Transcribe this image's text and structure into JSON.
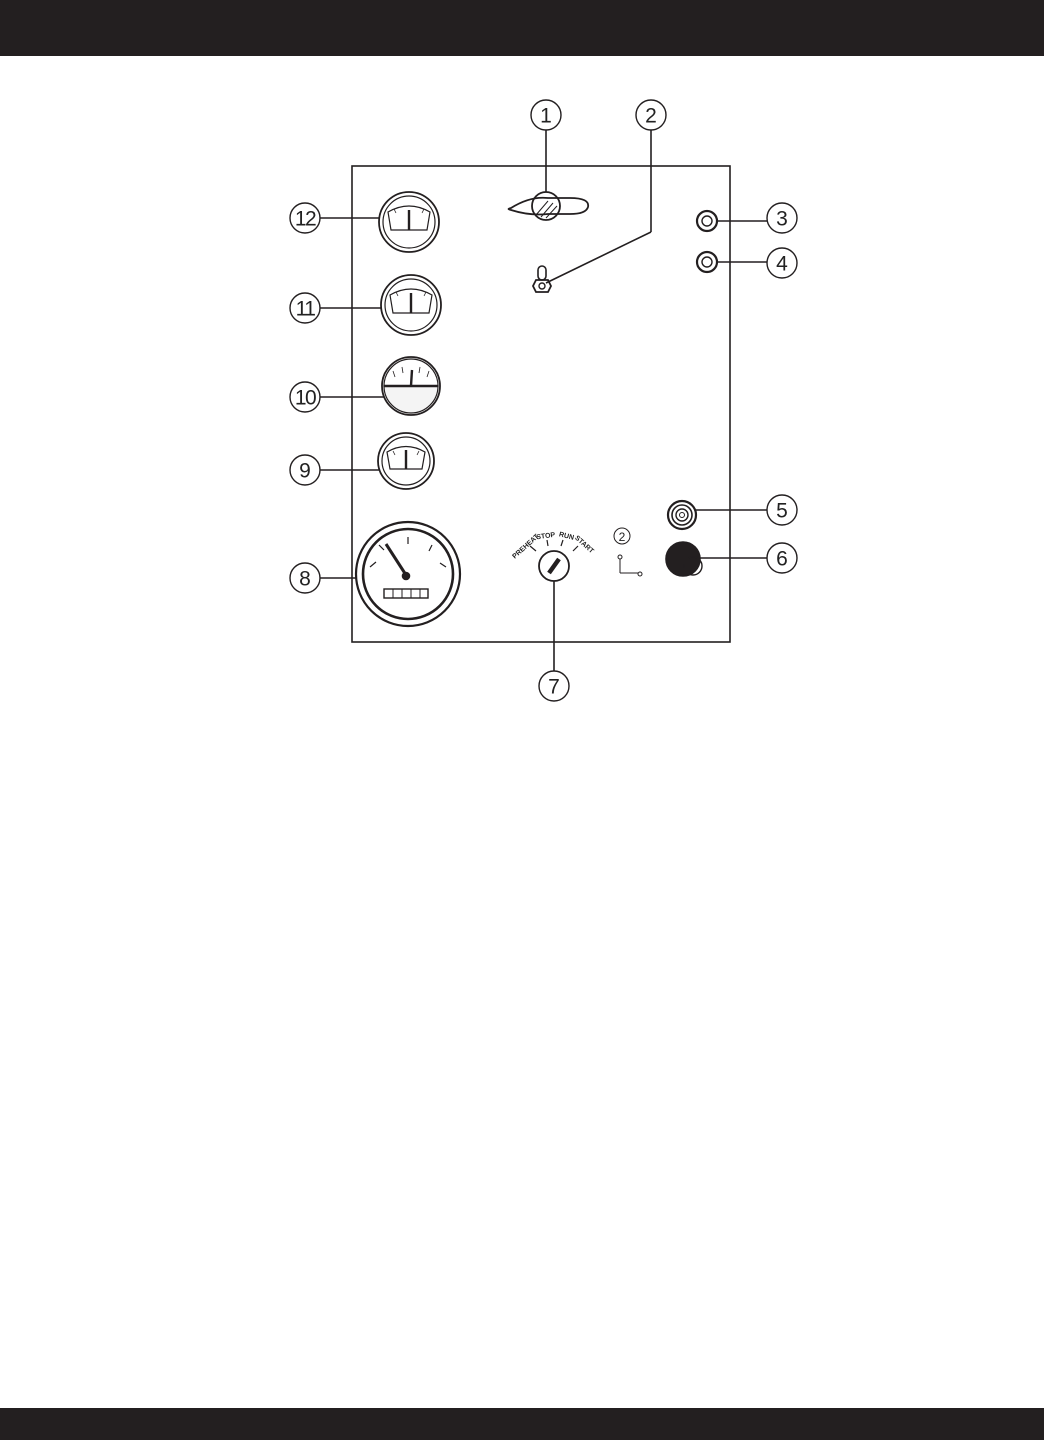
{
  "colors": {
    "bar": "#231f20",
    "line": "#231f20",
    "panel_bg": "#ffffff"
  },
  "callouts": {
    "c1": "1",
    "c2": "2",
    "c3": "3",
    "c4": "4",
    "c5": "5",
    "c6": "6",
    "c7": "7",
    "c8": "8",
    "c9": "9",
    "c10": "10",
    "c11": "11",
    "c12": "12"
  },
  "ignition_positions": {
    "preheat": "PREHEAT",
    "stop": "STOP",
    "run": "RUN",
    "start": "START"
  },
  "inset": {
    "callout": "2"
  },
  "icons": {
    "c1": "t-handle-icon",
    "c2": "toggle-switch-icon",
    "c3": "indicator-light-icon",
    "c4": "indicator-light-icon",
    "c5": "push-button-icon",
    "c6": "pull-knob-icon",
    "c7": "key-switch-icon",
    "c8": "tachometer-hourmeter-icon",
    "c9": "gauge-icon",
    "c10": "gauge-icon",
    "c11": "gauge-icon",
    "c12": "gauge-icon"
  }
}
